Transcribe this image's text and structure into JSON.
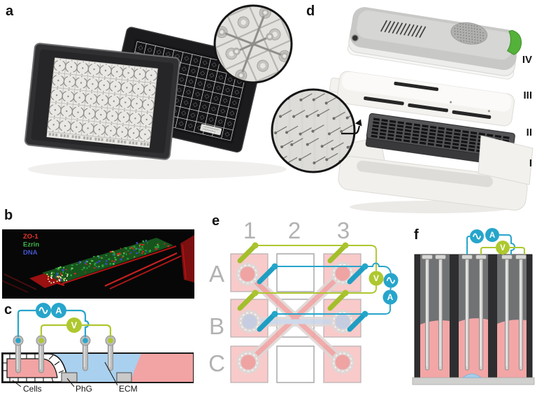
{
  "figure": {
    "type": "multi-panel scientific figure"
  },
  "panels": {
    "a": {
      "label": "a"
    },
    "b": {
      "label": "b",
      "legend": [
        {
          "text": "ZO-1",
          "color": "#e8352b"
        },
        {
          "text": "Ezrin",
          "color": "#41b64d"
        },
        {
          "text": "DNA",
          "color": "#4356cd"
        }
      ]
    },
    "c": {
      "label": "c",
      "meters": {
        "ammeter": "A",
        "voltmeter": "V"
      },
      "annotations": {
        "cells": "Cells",
        "phg": "PhG",
        "ecm": "ECM"
      }
    },
    "d": {
      "label": "d",
      "layers": [
        "IV",
        "III",
        "II",
        "I"
      ]
    },
    "e": {
      "label": "e",
      "columns": [
        "1",
        "2",
        "3"
      ],
      "rows": [
        "A",
        "B",
        "C"
      ],
      "meters": {
        "ammeter": "A",
        "voltmeter": "V"
      }
    },
    "f": {
      "label": "f",
      "meters": {
        "ammeter": "A",
        "voltmeter": "V"
      }
    }
  },
  "colors": {
    "teal": "#27a5cb",
    "lime": "#aec82f",
    "pink": "#f2a3a3",
    "light_pink": "#f8caca",
    "ecm_blue": "#a9d0ee",
    "lavender": "#c6cde1",
    "latch_green": "#54b13a",
    "dark_wall": "#2e2e30",
    "well_grey": "#707274"
  }
}
